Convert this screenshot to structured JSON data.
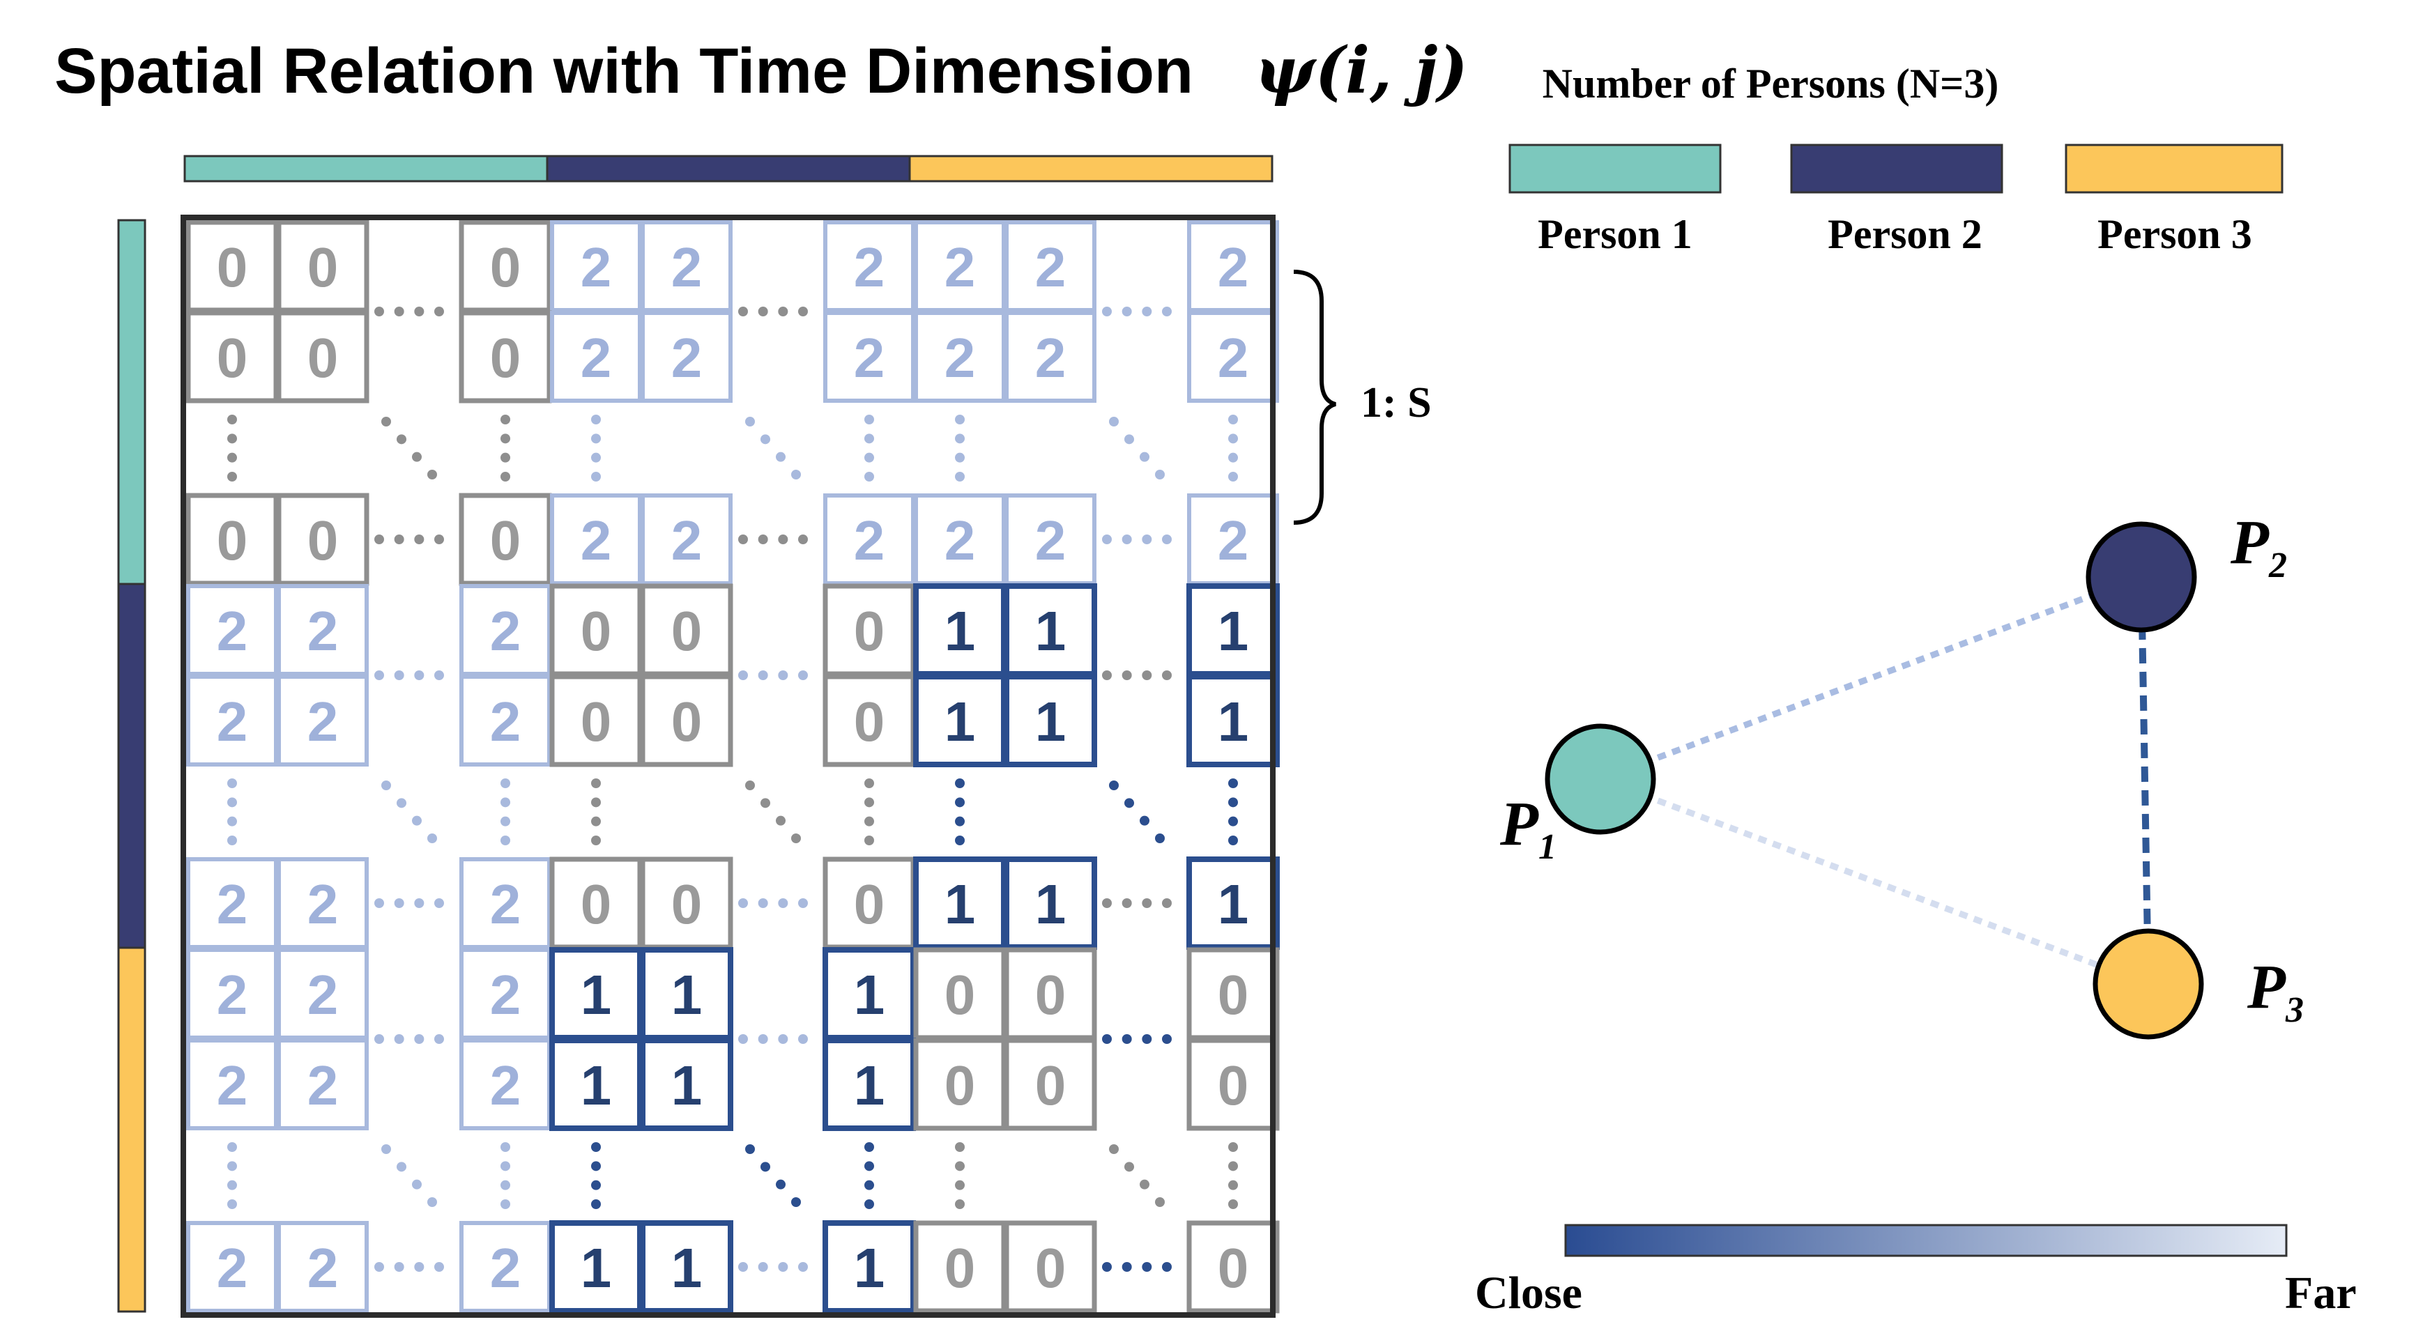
{
  "title": {
    "text": "Spatial Relation with Time Dimension",
    "symbol": "ψ(i, j)"
  },
  "legend": {
    "heading": "Number of Persons  (N=3)",
    "persons": [
      {
        "label": "Person 1",
        "color": "#7CC8BD"
      },
      {
        "label": "Person 2",
        "color": "#383D72"
      },
      {
        "label": "Person 3",
        "color": "#FCC65A"
      }
    ]
  },
  "brace_label": "1: S",
  "value_styles": {
    "0": {
      "stroke": "#8E8E8E",
      "text": "#9A9A9A",
      "stroke_width": 7
    },
    "1": {
      "stroke": "#2B4E8E",
      "text": "#26406F",
      "stroke_width": 8
    },
    "2": {
      "stroke": "#A8B9DD",
      "text": "#9FB1DA",
      "stroke_width": 6
    }
  },
  "matrix": {
    "rows": [
      [
        "0",
        "0",
        "0",
        "2",
        "2",
        "2",
        "2",
        "2",
        "2"
      ],
      [
        "0",
        "0",
        "0",
        "2",
        "2",
        "2",
        "2",
        "2",
        "2"
      ],
      [
        "0",
        "0",
        "0",
        "2",
        "2",
        "2",
        "2",
        "2",
        "2"
      ],
      [
        "2",
        "2",
        "2",
        "0",
        "0",
        "0",
        "1",
        "1",
        "1"
      ],
      [
        "2",
        "2",
        "2",
        "0",
        "0",
        "0",
        "1",
        "1",
        "1"
      ],
      [
        "2",
        "2",
        "2",
        "0",
        "0",
        "0",
        "1",
        "1",
        "1"
      ],
      [
        "2",
        "2",
        "2",
        "1",
        "1",
        "1",
        "0",
        "0",
        "0"
      ],
      [
        "2",
        "2",
        "2",
        "1",
        "1",
        "1",
        "0",
        "0",
        "0"
      ],
      [
        "2",
        "2",
        "2",
        "1",
        "1",
        "1",
        "0",
        "0",
        "0"
      ]
    ]
  },
  "graph": {
    "nodes": [
      {
        "id": "P1",
        "label": "P",
        "sub": "1",
        "color": "#7CC8BD"
      },
      {
        "id": "P2",
        "label": "P",
        "sub": "2",
        "color": "#383D72"
      },
      {
        "id": "P3",
        "label": "P",
        "sub": "3",
        "color": "#FCC65A"
      }
    ],
    "edges": [
      {
        "from": "P1",
        "to": "P2",
        "color": "#A9BCE2"
      },
      {
        "from": "P1",
        "to": "P3",
        "color": "#D4DDEF"
      },
      {
        "from": "P2",
        "to": "P3",
        "color": "#2F5896"
      }
    ]
  },
  "scale": {
    "left_label": "Close",
    "right_label": "Far",
    "color_start": "#2A4C92",
    "color_end": "#E6ECF6"
  }
}
